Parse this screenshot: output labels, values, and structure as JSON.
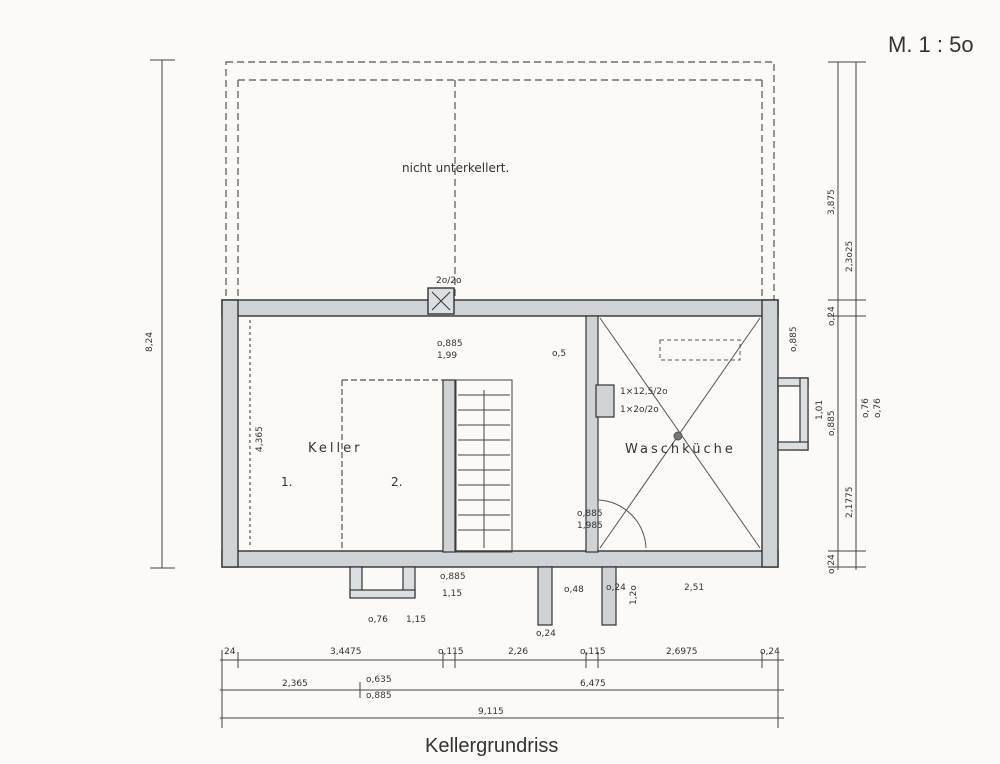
{
  "scale": "M. 1 : 5o",
  "title": "Kellergrundriss",
  "rooms": {
    "upper_note": "nicht unterkellert.",
    "keller": "Keller",
    "keller_1": "1.",
    "keller_2": "2.",
    "waschkueche": "Waschküche"
  },
  "chimney_label": "2o/2o",
  "openings": {
    "door_upper": [
      "o,885",
      "1,99"
    ],
    "door_lower": [
      "o,885",
      "1,985"
    ],
    "flue": [
      "1×12,5/2o",
      "1×2o/2o"
    ],
    "small": "o,5"
  },
  "dimensions": {
    "left_total": "8,24",
    "left_inner": "4,365",
    "right_top": "3,875",
    "right_upper": "2,3o25",
    "right_wall_1": "o,24",
    "right_lower": "2,1775",
    "right_wall_2": "o,24",
    "window_right": [
      "o,76",
      "o,76"
    ],
    "window_small": [
      "o,885",
      "1,01",
      "o,885"
    ],
    "bottom_misc": [
      "o,885",
      "1,15",
      "o,76",
      "1,15",
      "o,48",
      "1,2o",
      "2,51",
      "o,24",
      "o,24"
    ],
    "row1": [
      "24",
      "3,4475",
      "o,115",
      "2,26",
      "o,115",
      "2,6975",
      "o,24"
    ],
    "row2": [
      "2,365",
      "o,635",
      "o,885",
      "6,475"
    ],
    "row3": "9,115"
  }
}
